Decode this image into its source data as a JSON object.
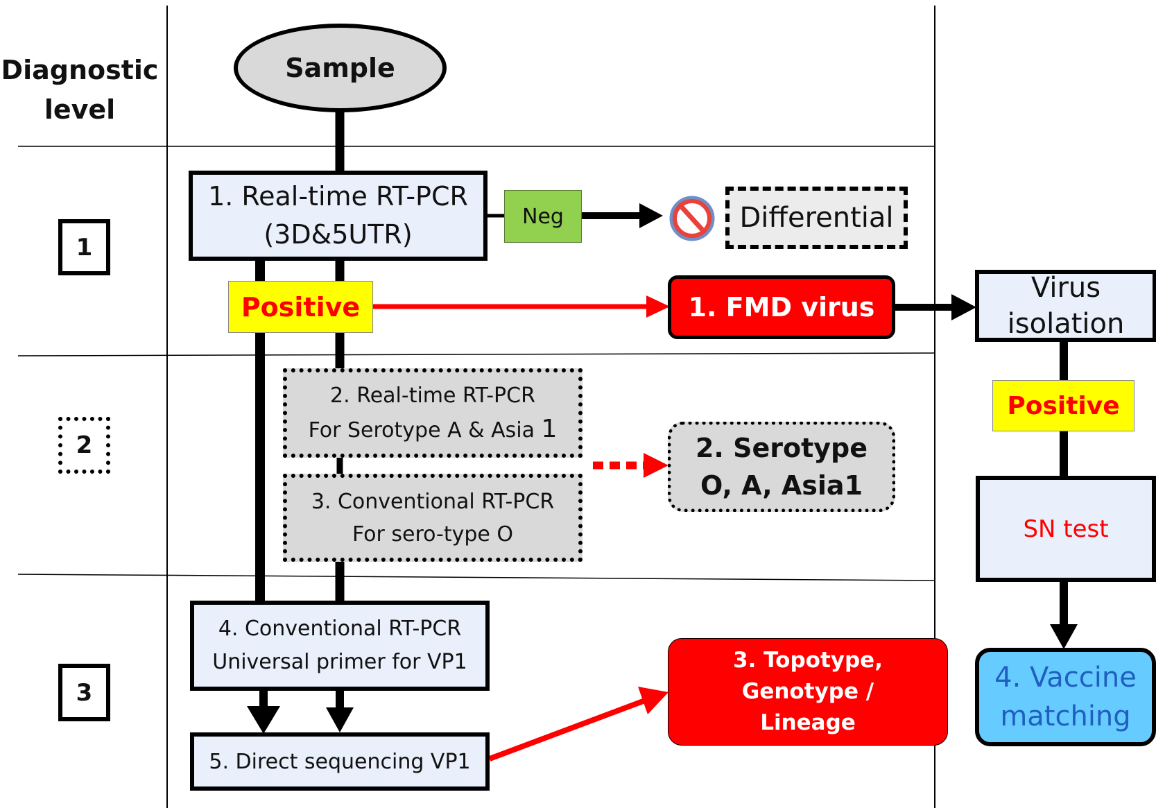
{
  "header": {
    "diag_level_1": "Diagnostic",
    "diag_level_2": "level",
    "sample": "Sample"
  },
  "levels": [
    "1",
    "2",
    "3"
  ],
  "nodes": {
    "rt_pcr_1": {
      "line1": "1. Real-time RT-PCR",
      "line2": "(3D&5UTR)"
    },
    "neg": "Neg",
    "no_icon": "prohibited-icon",
    "differential": "Differential",
    "positive_1": "Positive",
    "fmd_virus": "1. FMD virus",
    "virus_isolation": {
      "line1": "Virus",
      "line2": "isolation"
    },
    "rt_pcr_2": {
      "line1": "2. Real-time RT-PCR",
      "line2": "For Serotype A & Asia ",
      "line2_big": "1"
    },
    "rt_pcr_3": {
      "line1": "3. Conventional RT-PCR",
      "line2": "For sero-type O"
    },
    "serotype": {
      "line1": "2. Serotype",
      "line2": "O, A, Asia1"
    },
    "positive_2": "Positive",
    "sn_test": "SN test",
    "rt_pcr_4": {
      "line1": "4. Conventional RT-PCR",
      "line2": "Universal primer for VP1"
    },
    "sequencing": "5. Direct sequencing VP1",
    "topotype": {
      "line1": "3. Topotype,",
      "line2": "Genotype /",
      "line3": "Lineage"
    },
    "vaccine": {
      "line1": "4. Vaccine",
      "line2": "matching"
    }
  },
  "colors": {
    "light_blue_box": "#e9effb",
    "grey_box": "#d9d9d9",
    "neg_green": "#92d050",
    "positive_yellow": "#ffff00",
    "positive_text": "#ff0000",
    "fmd_red": "#ff0000",
    "vaccine_blue": "#66ccff",
    "vaccine_text": "#1f5fbf",
    "sn_text": "#ff0000",
    "arrow_red": "#ff0000"
  }
}
